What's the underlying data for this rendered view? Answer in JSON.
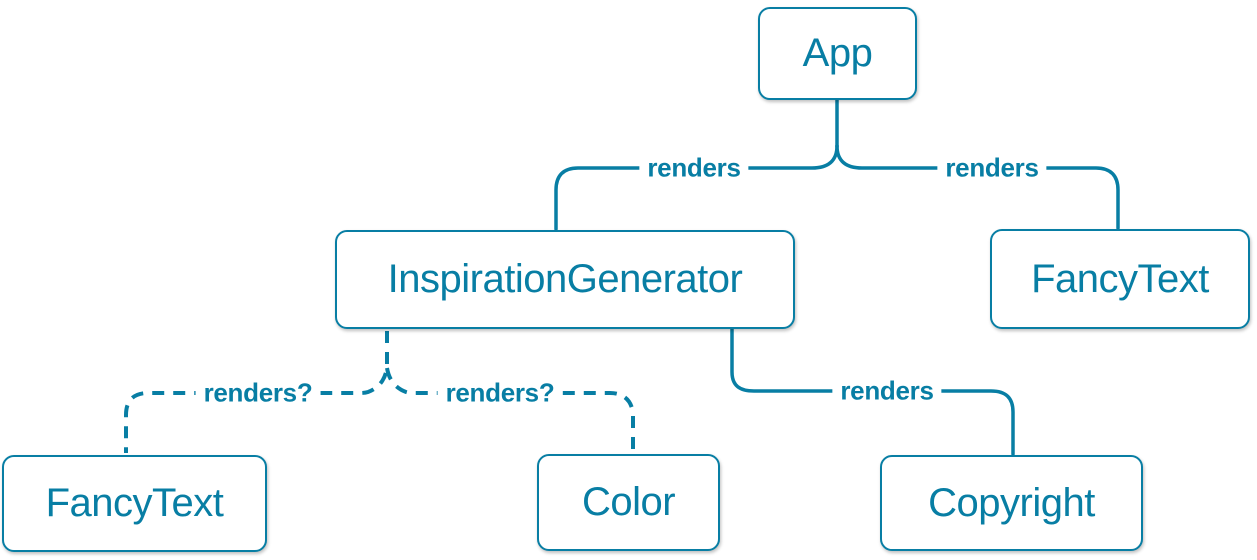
{
  "colors": {
    "accent": "#087ea4",
    "node_background": "#ffffff",
    "page_background": "#ffffff"
  },
  "nodes": {
    "app": {
      "label": "App"
    },
    "inspiration_generator": {
      "label": "InspirationGenerator"
    },
    "fancy_text_top": {
      "label": "FancyText"
    },
    "fancy_text_bottom": {
      "label": "FancyText"
    },
    "color": {
      "label": "Color"
    },
    "copyright": {
      "label": "Copyright"
    }
  },
  "edges": {
    "app_to_inspiration_generator": {
      "label": "renders",
      "style": "solid"
    },
    "app_to_fancy_text": {
      "label": "renders",
      "style": "solid"
    },
    "inspiration_generator_to_copyright": {
      "label": "renders",
      "style": "solid"
    },
    "inspiration_generator_to_fancy_text": {
      "label": "renders?",
      "style": "dashed"
    },
    "inspiration_generator_to_color": {
      "label": "renders?",
      "style": "dashed"
    }
  }
}
